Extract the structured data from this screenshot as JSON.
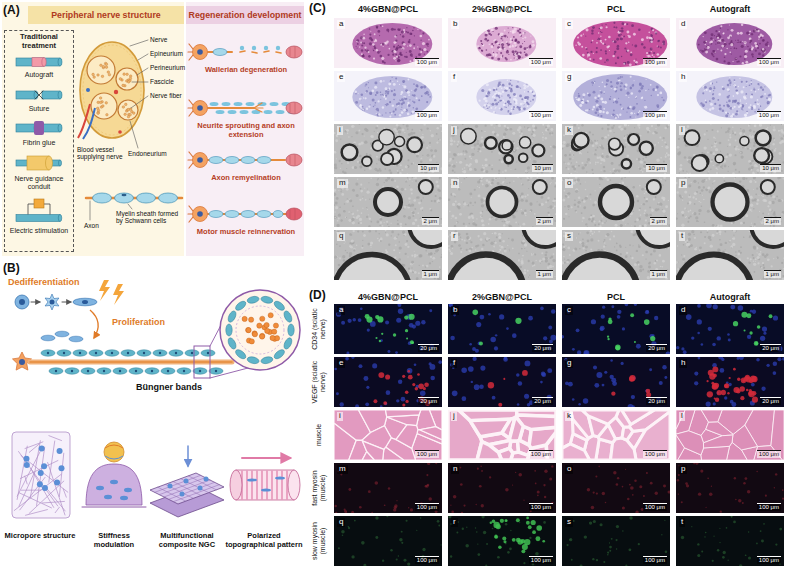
{
  "diagram": {
    "nodes": [
      {
        "text": [
          "Peripheral nerve structure"
        ]
      },
      {
        "text": [
          "Regeneration development"
        ]
      },
      {
        "text": [
          "Traditional treatment",
          "Autograft",
          "Suture",
          "Fibrin glue",
          "Nerve guidance conduit",
          "Electric stimulation"
        ]
      },
      {
        "text": [
          "a",
          "100 μm"
        ]
      },
      {
        "text": [
          "b",
          "100 μm"
        ]
      },
      {
        "text": [
          "c",
          "100 μm"
        ]
      },
      {
        "text": [
          "d",
          "100 μm"
        ]
      },
      {
        "text": [
          "e",
          "100 μm"
        ]
      },
      {
        "text": [
          "f",
          "100 μm"
        ]
      },
      {
        "text": [
          "g",
          "100 μm"
        ]
      },
      {
        "text": [
          "h",
          "100 μm"
        ]
      },
      {
        "text": [
          "i",
          "10 μm"
        ]
      },
      {
        "text": [
          "j",
          "10 μm"
        ]
      },
      {
        "text": [
          "k",
          "10 μm"
        ]
      },
      {
        "text": [
          "l",
          "10 μm"
        ]
      },
      {
        "text": [
          "m",
          "2 μm"
        ]
      },
      {
        "text": [
          "n",
          "2 μm"
        ]
      },
      {
        "text": [
          "o",
          "2 μm"
        ]
      },
      {
        "text": [
          "p",
          "2 μm"
        ]
      },
      {
        "text": [
          "q",
          "1 μm"
        ]
      },
      {
        "text": [
          "r",
          "1 μm"
        ]
      },
      {
        "text": [
          "s",
          "1 μm"
        ]
      },
      {
        "text": [
          "t",
          "1 μm"
        ]
      },
      {
        "text": [
          "a",
          "20 μm"
        ]
      },
      {
        "text": [
          "b",
          "20 μm"
        ]
      },
      {
        "text": [
          "c",
          "20 μm"
        ]
      },
      {
        "text": [
          "d",
          "20 μm"
        ]
      },
      {
        "text": [
          "e",
          "20 μm"
        ]
      },
      {
        "text": [
          "f",
          "20 μm"
        ]
      },
      {
        "text": [
          "g",
          "20 μm"
        ]
      },
      {
        "text": [
          "h",
          "20 μm"
        ]
      },
      {
        "text": [
          "i",
          "100 μm"
        ]
      },
      {
        "text": [
          "j",
          "100 μm"
        ]
      },
      {
        "text": [
          "k",
          "100 μm"
        ]
      },
      {
        "text": [
          "l",
          "100 μm"
        ]
      },
      {
        "text": [
          "m",
          "100 μm"
        ]
      },
      {
        "text": [
          "n",
          "100 μm"
        ]
      },
      {
        "text": [
          "o",
          "100 μm"
        ]
      },
      {
        "text": [
          "p",
          "100 μm"
        ]
      },
      {
        "text": [
          "q",
          "100 μm"
        ]
      },
      {
        "text": [
          "r",
          "100 μm"
        ]
      },
      {
        "text": [
          "s",
          "100 μm"
        ]
      },
      {
        "text": [
          "t",
          "100 μm"
        ]
      }
    ],
    "labels": [
      "(A)",
      "Nerve",
      "Epineurium",
      "Perineurium",
      "Fascicle",
      "Nerve fiber",
      "Blood vessel supplying nerve",
      "Endoneurium",
      "Myelin sheath formed by Schwann cells",
      "Axon",
      "Wallerian degeneration",
      "Neurite sprouting and axon extension",
      "Axon remyelination",
      "Motor muscle reinnervation",
      "(C)",
      "4%GBN@PCL",
      "2%GBN@PCL",
      "PCL",
      "Autograft",
      "(B)",
      "Dedifferentiation",
      "Proliferation",
      "Büngner bands",
      "Micropore structure",
      "Stiffness modulation",
      "Multifunctional composite NGC",
      "Polarized topographical pattern",
      "(D)",
      "4%GBN@PCL",
      "2%GBN@PCL",
      "PCL",
      "Autograft",
      "CD34 (sciatic nerve)",
      "VEGF (sciatic nerve)",
      "muscle",
      "fast myosin (muscle)",
      "slow myosin (muscle)"
    ]
  }
}
